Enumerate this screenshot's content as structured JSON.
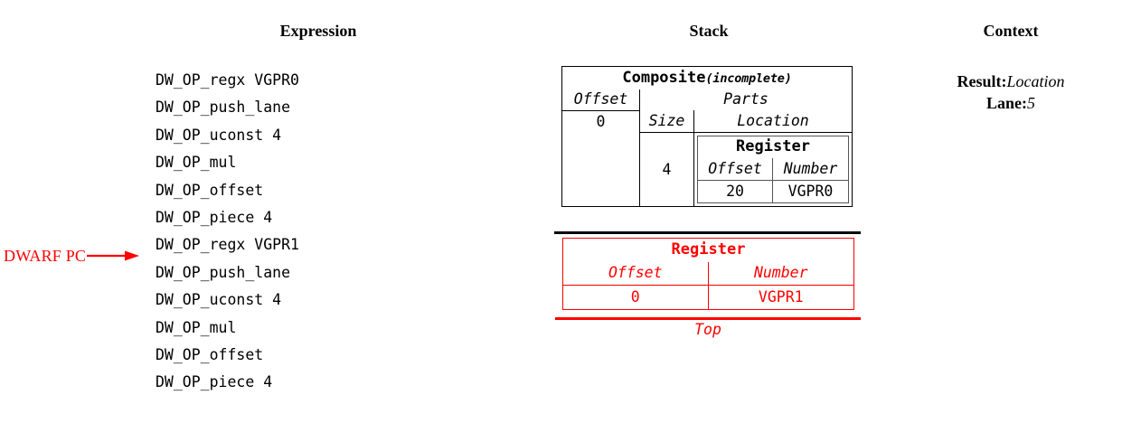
{
  "columns": {
    "expression_header": "Expression",
    "stack_header": "Stack",
    "context_header": "Context"
  },
  "expression": {
    "operations": [
      "DW_OP_regx VGPR0",
      "DW_OP_push_lane",
      "DW_OP_uconst 4",
      "DW_OP_mul",
      "DW_OP_offset",
      "DW_OP_piece 4",
      "DW_OP_regx VGPR1",
      "DW_OP_push_lane",
      "DW_OP_uconst 4",
      "DW_OP_mul",
      "DW_OP_offset",
      "DW_OP_piece 4"
    ],
    "pc_marker": {
      "label": "DWARF PC",
      "points_to_operation_index": 7,
      "color": "#ff0000"
    }
  },
  "stack": {
    "entries": [
      {
        "kind": "composite",
        "title": "Composite",
        "title_qualifier": "(incomplete)",
        "offset_header": "Offset",
        "offset_value": "0",
        "parts_header": "Parts",
        "size_header": "Size",
        "location_header": "Location",
        "part": {
          "size": "4",
          "location": {
            "title": "Register",
            "offset_header": "Offset",
            "number_header": "Number",
            "offset_value": "20",
            "number_value": "VGPR0"
          }
        },
        "color": "#000000"
      },
      {
        "kind": "register",
        "title": "Register",
        "offset_header": "Offset",
        "number_header": "Number",
        "offset_value": "0",
        "number_value": "VGPR1",
        "top_label": "Top",
        "color": "#ff0000"
      }
    ]
  },
  "context": {
    "items": [
      {
        "key": "Result:",
        "value": "Location"
      },
      {
        "key": "Lane:",
        "value": "5"
      }
    ]
  }
}
